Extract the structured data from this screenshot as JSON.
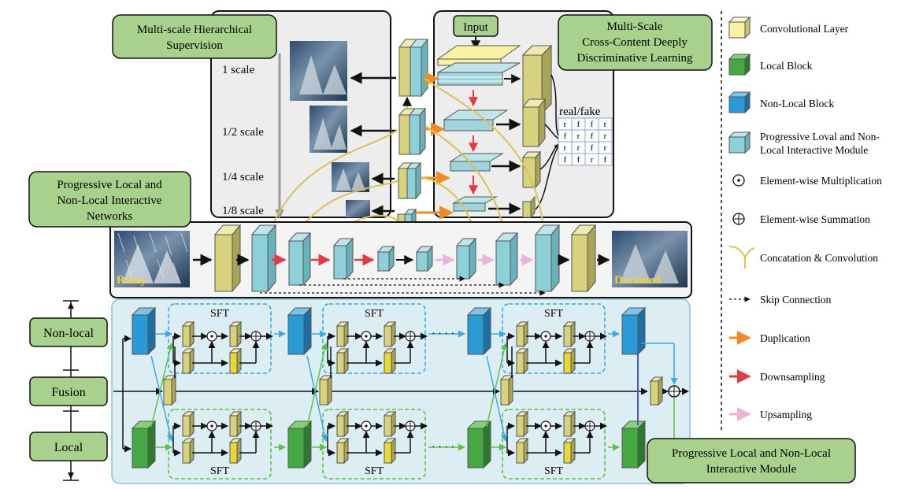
{
  "top_left_panel": {
    "title_line1": "Multi-scale Hierarchical",
    "title_line2": "Supervision",
    "scales": [
      "1 scale",
      "1/2 scale",
      "1/4 scale",
      "1/8 scale"
    ]
  },
  "top_right_panel": {
    "input_label": "Input",
    "title_line1": "Multi-Scale",
    "title_line2": "Cross-Content Deeply",
    "title_line3": "Discriminative Learning",
    "realfake_label": "real/fake",
    "grid": [
      [
        "r",
        "f",
        "f",
        "r"
      ],
      [
        "f",
        "r",
        "f",
        "r"
      ],
      [
        "r",
        "r",
        "f",
        "r"
      ],
      [
        "f",
        "f",
        "r",
        "f"
      ]
    ]
  },
  "network_panel": {
    "title_line1": "Progressive Local and",
    "title_line2": "Non-Local Interactive",
    "title_line3": "Networks",
    "rainy_label": "Rainy",
    "derained_label": "Derained"
  },
  "module_panel": {
    "side_labels": [
      "Non-local",
      "Fusion",
      "Local"
    ],
    "sft_label": "SFT",
    "ellipsis": "· · · ·",
    "module_title_line1": "Progressive Local and Non-Local",
    "module_title_line2": "Interactive Module"
  },
  "legend": {
    "items": [
      {
        "label": "Convolutional Layer",
        "icon": "yellow-cube"
      },
      {
        "label": "Local Block",
        "icon": "green-cube"
      },
      {
        "label": "Non-Local Block",
        "icon": "blue-cube"
      },
      {
        "label": "Progressive Loval and Non-",
        "label2": "Local Interactive Module",
        "icon": "teal-cube"
      },
      {
        "label": "Element-wise Multiplication",
        "icon": "odot"
      },
      {
        "label": "Element-wise Summation",
        "icon": "oplus"
      },
      {
        "label": "Concatation & Convolution",
        "icon": "brace"
      },
      {
        "label": "Skip Connection",
        "icon": "dashed-arrow"
      },
      {
        "label": "Duplication",
        "icon": "orange-arrow"
      },
      {
        "label": "Downsampling",
        "icon": "red-arrow"
      },
      {
        "label": "Upsampling",
        "icon": "pink-arrow"
      }
    ]
  },
  "colors": {
    "conv_yellow": "#d8d27e",
    "local_green": "#45a845",
    "nonlocal_blue": "#2a9ad6",
    "module_teal": "#8ed0d8",
    "label_green": "#a9d18e",
    "duplication": "#ee8a2a",
    "downsampling": "#e03c45",
    "upsampling": "#e8b4d8",
    "concat": "#d9c25a"
  }
}
